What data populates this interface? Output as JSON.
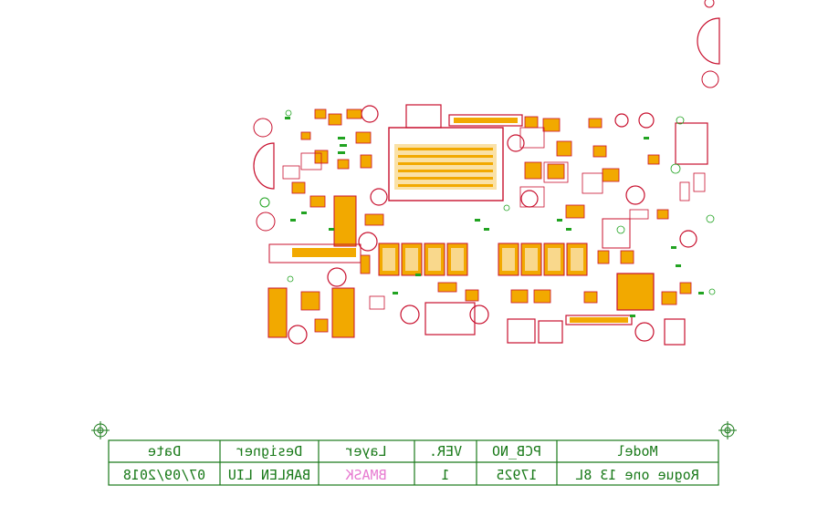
{
  "title_block": {
    "columns": [
      {
        "header": "Date",
        "value": "07/09/2018"
      },
      {
        "header": "Designer",
        "value": "BARLEN LIU"
      },
      {
        "header": "Layer",
        "value": "BMASK"
      },
      {
        "header": "VER.",
        "value": "1"
      },
      {
        "header": "PCB_NO",
        "value": "17925"
      },
      {
        "header": "Model",
        "value": "Rogue one 13 8L"
      }
    ]
  },
  "colors": {
    "outline": "#c8102e",
    "pad_orange": "#f2a900",
    "silk_green": "#21a321",
    "frame_green": "#1a7a1a",
    "layer_pink": "#e77ad0"
  }
}
